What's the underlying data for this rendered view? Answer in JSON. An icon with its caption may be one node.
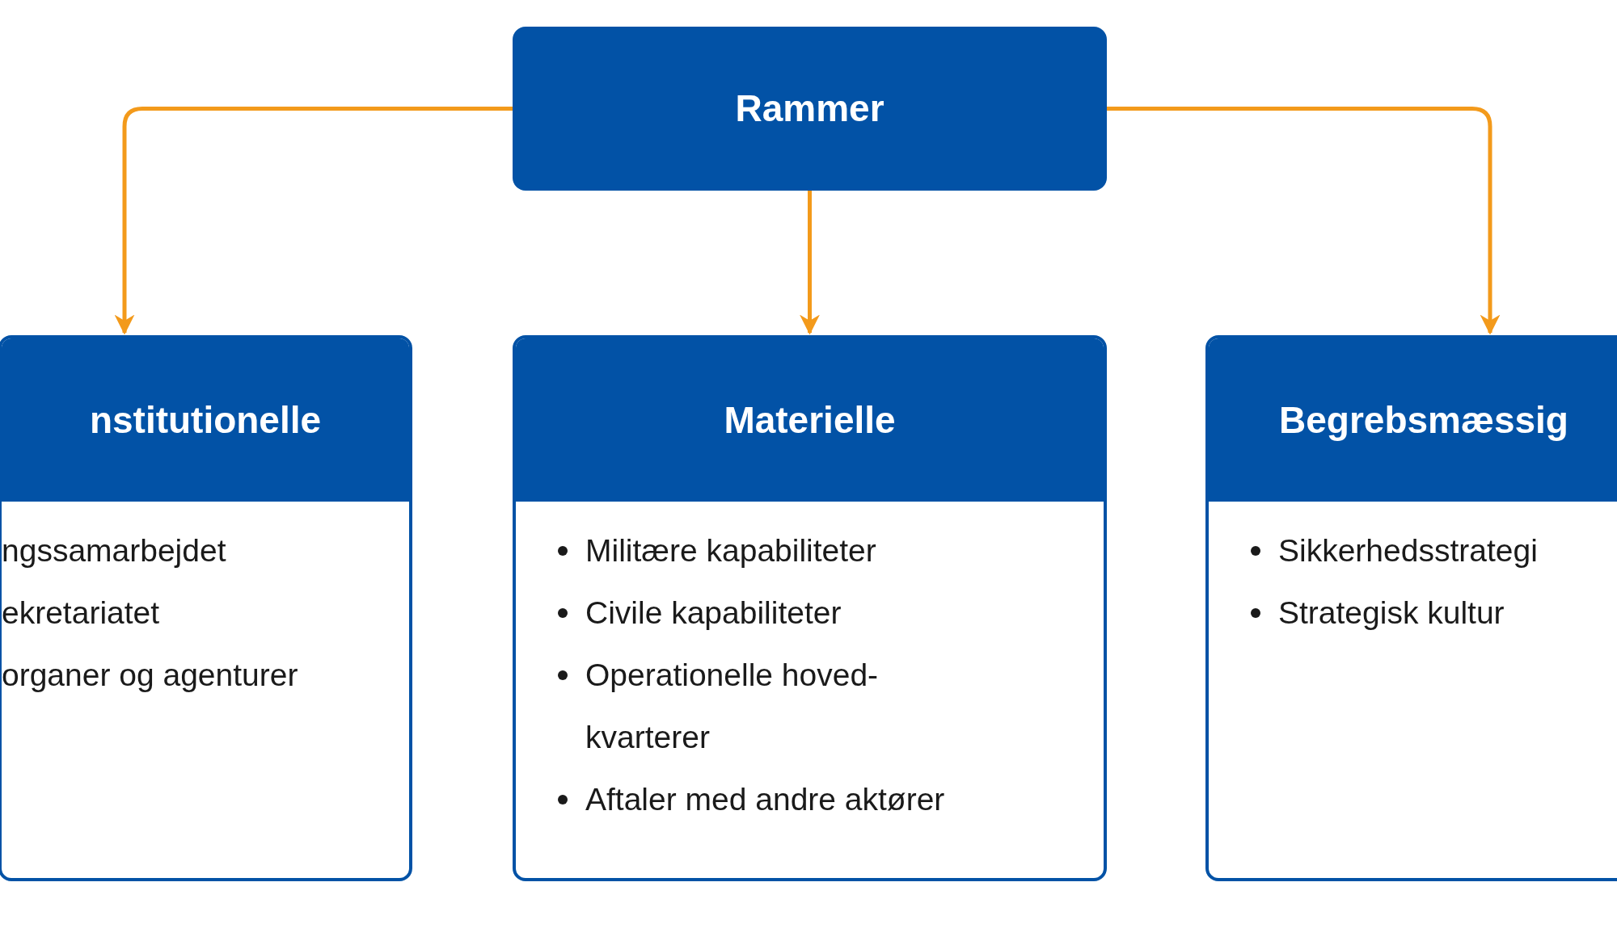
{
  "diagram": {
    "nodes": [
      {
        "text": [
          "Rammer"
        ]
      },
      {
        "text": [
          "nstitutionelle",
          "ngssamarbejdet",
          "ekretariatet",
          "organer og agenturer"
        ]
      },
      {
        "text": [
          "Materielle",
          "Militære kapabiliteter",
          "Civile kapabiliteter",
          "Operationelle hoved- kvarterer",
          "Aftaler med andre aktører"
        ]
      },
      {
        "text": [
          "Begrebsmæssig",
          "Sikkerhedsstrategi",
          "Strategisk kultur"
        ]
      }
    ],
    "edges": [
      {
        "from": 0,
        "to": 1,
        "arrow": "to"
      },
      {
        "from": 0,
        "to": 2,
        "arrow": "to"
      },
      {
        "from": 0,
        "to": 3,
        "arrow": "to"
      }
    ]
  }
}
